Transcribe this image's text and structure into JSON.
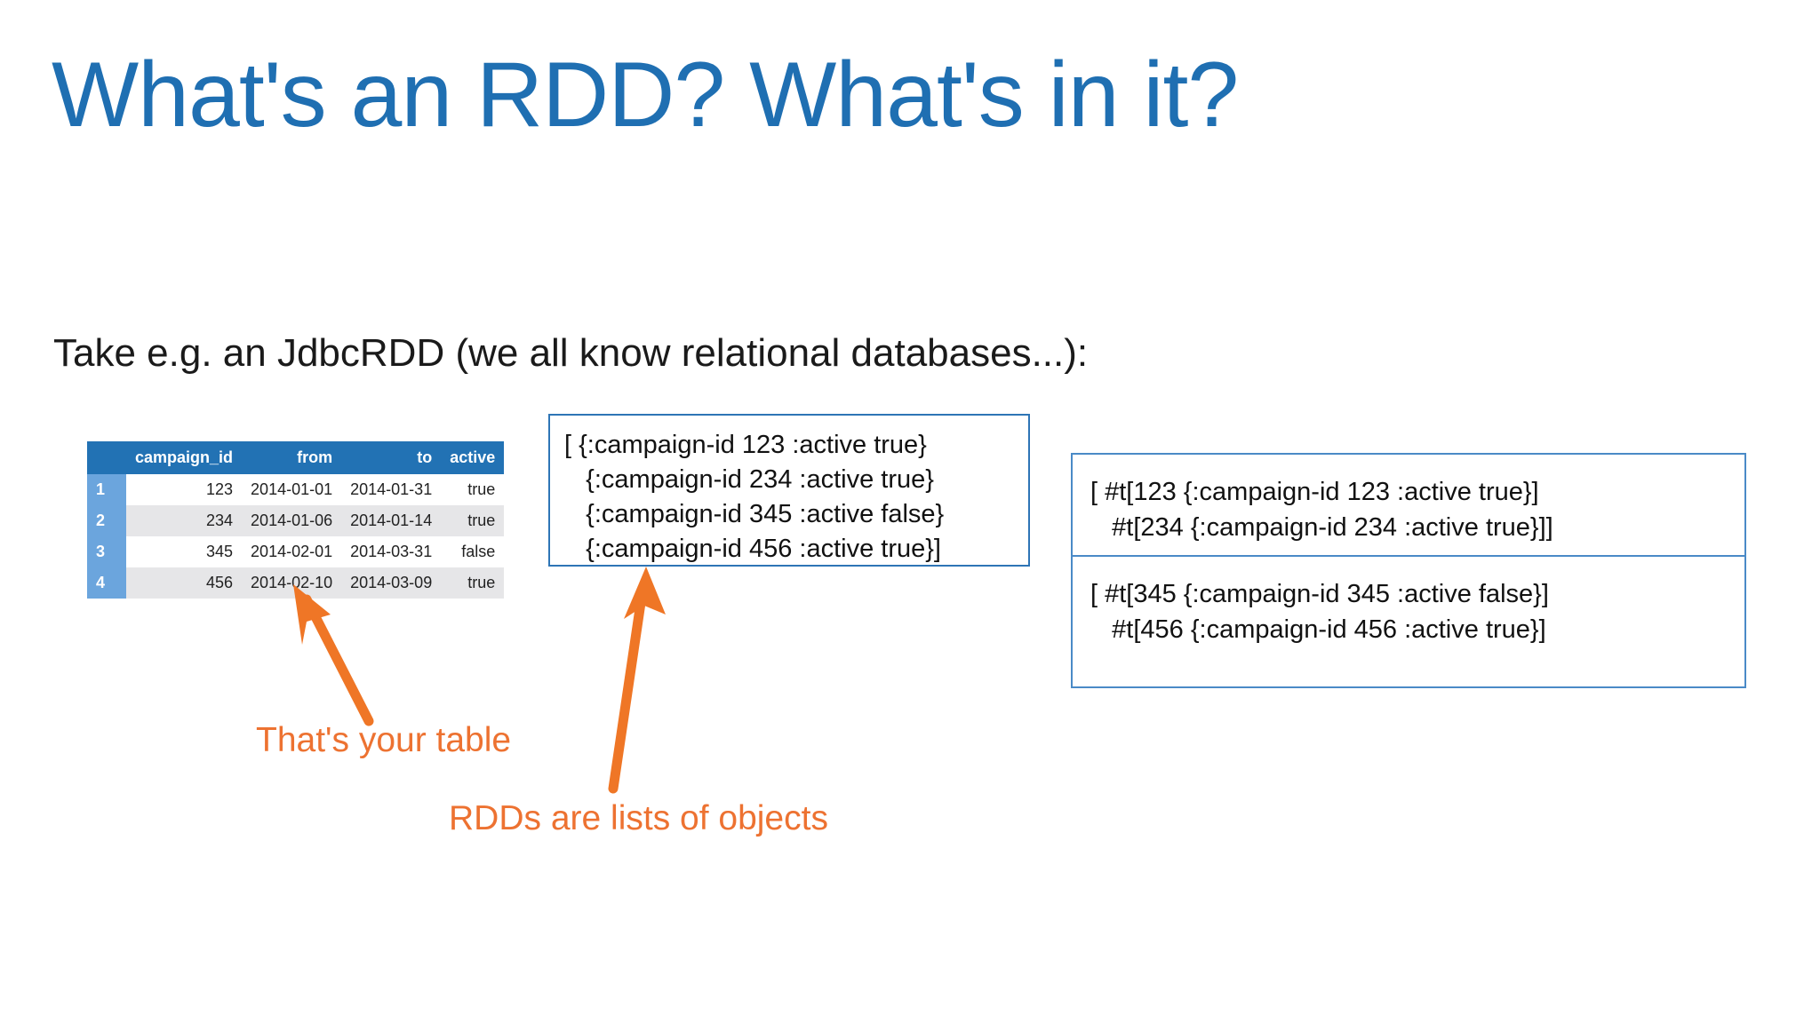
{
  "slide": {
    "title": "What's an RDD? What's in it?",
    "subtitle": "Take e.g. an JdbcRDD (we all know relational databases...):",
    "accent_blue": "#1f6fb2",
    "accent_orange": "#ed7231",
    "background": "#ffffff"
  },
  "table": {
    "name": "campaigns-table",
    "index_header": "",
    "columns": [
      "campaign_id",
      "from",
      "to",
      "active"
    ],
    "rows": [
      {
        "index": "1",
        "campaign_id": "123",
        "from": "2014-01-01",
        "to": "2014-01-31",
        "active": "true"
      },
      {
        "index": "2",
        "campaign_id": "234",
        "from": "2014-01-06",
        "to": "2014-01-14",
        "active": "true"
      },
      {
        "index": "3",
        "campaign_id": "345",
        "from": "2014-02-01",
        "to": "2014-03-31",
        "active": "false"
      },
      {
        "index": "4",
        "campaign_id": "456",
        "from": "2014-02-10",
        "to": "2014-03-09",
        "active": "true"
      }
    ],
    "header_color": "#2272b4",
    "index_color": "#6ba5dd",
    "stripe_color": "#e6e6e8"
  },
  "code_boxes": {
    "rdd": {
      "border_color": "#2e75b6",
      "text": "[ {:campaign-id 123 :active true}\n   {:campaign-id 234 :active true}\n   {:campaign-id 345 :active false}\n   {:campaign-id 456 :active true}]"
    },
    "partition_1": {
      "border_color": "#4a8ac7",
      "text": "[ #t[123 {:campaign-id 123 :active true}]\n   #t[234 {:campaign-id 234 :active true}]]"
    },
    "partition_2": {
      "border_color": "#4a8ac7",
      "text": "[ #t[345 {:campaign-id 345 :active false}]\n   #t[456 {:campaign-id 456 :active true}]"
    }
  },
  "annotations": {
    "table_label": "That's your table",
    "rdd_label": "RDDs are lists of objects",
    "color": "#ed7231"
  }
}
